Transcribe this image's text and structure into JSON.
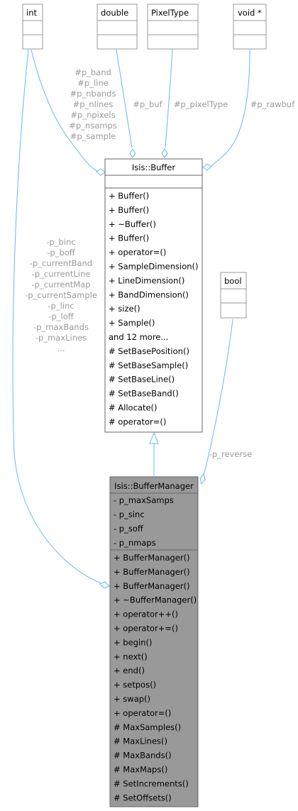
{
  "type_nodes": {
    "int": "int",
    "double": "double",
    "pixeltype": "PixelType",
    "void": "void *",
    "bool": "bool"
  },
  "buffer": {
    "title": "Isis::Buffer",
    "methods": [
      "+ Buffer()",
      "+ Buffer()",
      "+ ~Buffer()",
      "+ Buffer()",
      "+ operator=()",
      "+ SampleDimension()",
      "+ LineDimension()",
      "+ BandDimension()",
      "+ size()",
      "+ Sample()",
      "and 12 more...",
      "# SetBasePosition()",
      "# SetBaseSample()",
      "# SetBaseLine()",
      "# SetBaseBand()",
      "# Allocate()",
      "# operator=()"
    ]
  },
  "buffer_manager": {
    "title": "Isis::BufferManager",
    "attributes": [
      "- p_maxSamps",
      "- p_sinc",
      "- p_soff",
      "- p_nmaps"
    ],
    "methods": [
      "+ BufferManager()",
      "+ BufferManager()",
      "+ BufferManager()",
      "+ ~BufferManager()",
      "+ operator++()",
      "+ operator+=()",
      "+ begin()",
      "+ next()",
      "+ end()",
      "+ setpos()",
      "+ swap()",
      "+ operator=()",
      "# MaxSamples()",
      "# MaxLines()",
      "# MaxBands()",
      "# MaxMaps()",
      "# SetIncrements()",
      "# SetOffsets()"
    ]
  },
  "edge_labels": {
    "int_to_buffer": [
      "#p_band",
      "#p_line",
      "#p_nbands",
      "#p_nlines",
      "#p_npixels",
      "#p_nsamps",
      "#p_sample"
    ],
    "double_to_buffer": "#p_buf",
    "pixeltype_to_buffer": "#p_pixelType",
    "void_to_buffer": "#p_rawbuf",
    "int_to_manager": [
      "-p_binc",
      "-p_boff",
      "-p_currentBand",
      "-p_currentLine",
      "-p_currentMap",
      "-p_currentSample",
      "-p_linc",
      "-p_loff",
      "-p_maxBands",
      "-p_maxLines",
      "..."
    ],
    "bool_to_manager": "-p_reverse"
  },
  "colors": {
    "edge": "#63b8ff",
    "inherit": "#63b8ff",
    "box_border": "#666666",
    "highlight_fill": "#999999",
    "label_text": "#9a9a9a"
  }
}
